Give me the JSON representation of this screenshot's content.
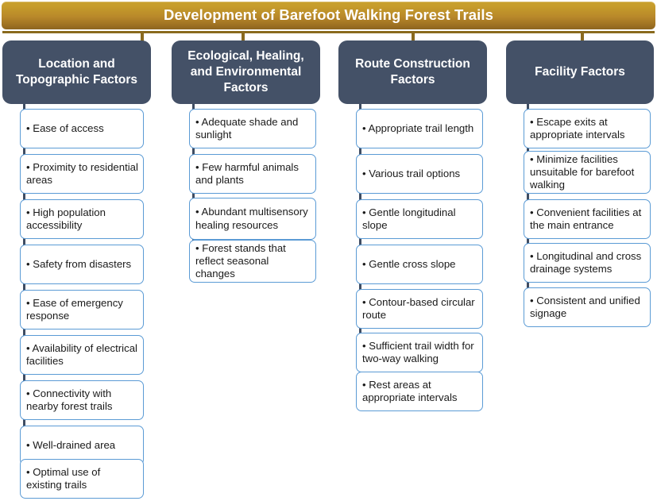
{
  "diagram": {
    "title": "Development of Barefoot Walking Forest Trails",
    "colors": {
      "title_gold_light": "#c9a12f",
      "title_gold_dark": "#8c6420",
      "connector_gold": "#8a6a1e",
      "category_fill": "#445167",
      "category_text": "#ffffff",
      "leaf_border": "#5b9bd5",
      "leaf_fill": "#ffffff",
      "leaf_text": "#1a1a1a",
      "trunk": "#3f4d63"
    },
    "columns": [
      {
        "id": "location-and-topographic-factors",
        "heading": "Location and Topographic Factors",
        "items": [
          "• Ease of access",
          "• Proximity to residential areas",
          "• High population accessibility",
          "• Safety from disasters",
          "• Ease of emergency response",
          "• Availability of electrical facilities",
          "• Connectivity with nearby forest trails",
          "• Well-drained area",
          "• Optimal use of existing trails"
        ]
      },
      {
        "id": "ecological-healing-and-environmental-factors",
        "heading": "Ecological, Healing, and Environmental Factors",
        "items": [
          "• Adequate shade and sunlight",
          "• Few harmful animals and plants",
          "• Abundant multisensory healing resources",
          "• Forest stands that reflect seasonal changes"
        ]
      },
      {
        "id": "route-construction-factors",
        "heading": "Route Construction Factors",
        "items": [
          "• Appropriate trail length",
          "•  Various trail options",
          "• Gentle longitudinal slope",
          "• Gentle cross slope",
          "• Contour-based circular route",
          "• Sufficient trail width for two-way walking",
          "• Rest areas at appropriate intervals"
        ]
      },
      {
        "id": "facility-factors",
        "heading": "Facility Factors",
        "items": [
          "• Escape exits at appropriate intervals",
          "• Minimize facilities unsuitable for barefoot walking",
          "• Convenient facilities at the main entrance",
          "• Longitudinal and cross drainage systems",
          "• Consistent and unified signage"
        ]
      }
    ]
  }
}
